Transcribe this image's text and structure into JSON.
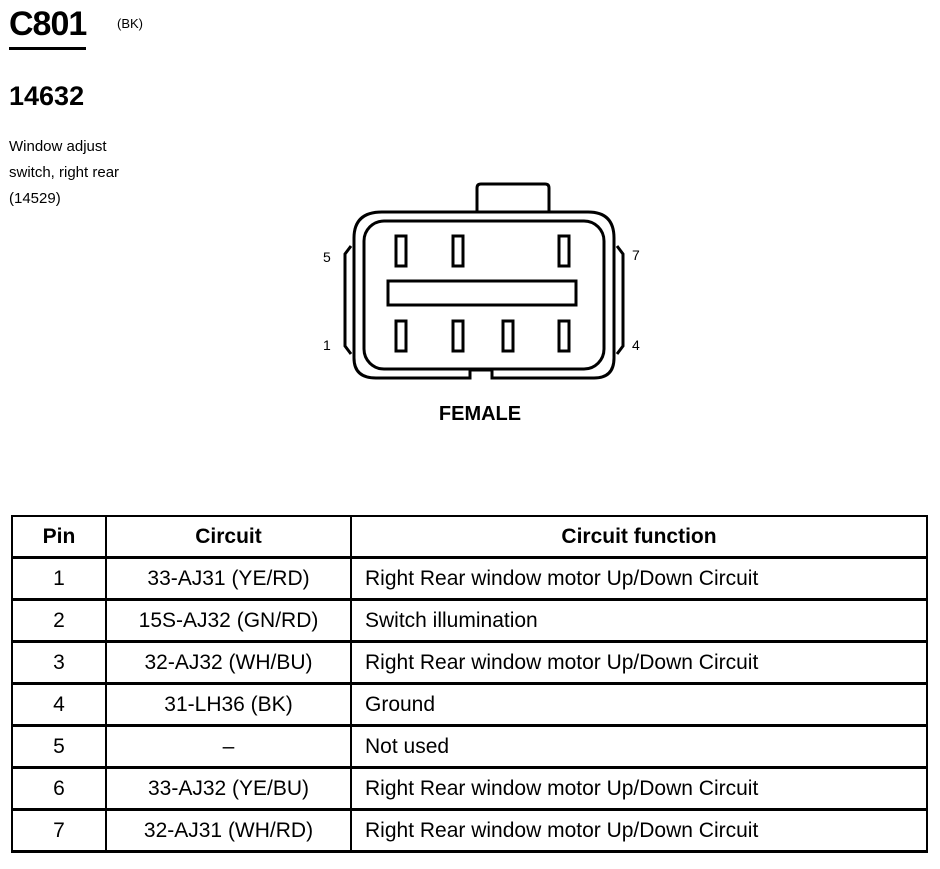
{
  "header": {
    "connector_id": "C801",
    "connector_color": "(BK)",
    "part_number": "14632",
    "component_description": [
      "Window adjust",
      "switch, right rear",
      "(14529)"
    ]
  },
  "connector": {
    "pin_labels": {
      "top_left": "5",
      "top_right": "7",
      "bottom_left": "1",
      "bottom_right": "4"
    },
    "gender": "FEMALE"
  },
  "table": {
    "headers": [
      "Pin",
      "Circuit",
      "Circuit function"
    ],
    "rows": [
      {
        "pin": "1",
        "circuit": "33-AJ31 (YE/RD)",
        "function": "Right Rear window motor Up/Down Circuit"
      },
      {
        "pin": "2",
        "circuit": "15S-AJ32 (GN/RD)",
        "function": "Switch illumination"
      },
      {
        "pin": "3",
        "circuit": "32-AJ32 (WH/BU)",
        "function": "Right Rear window motor Up/Down Circuit"
      },
      {
        "pin": "4",
        "circuit": "31-LH36 (BK)",
        "function": "Ground"
      },
      {
        "pin": "5",
        "circuit": "–",
        "function": "Not used"
      },
      {
        "pin": "6",
        "circuit": "33-AJ32 (YE/BU)",
        "function": "Right Rear window motor Up/Down Circuit"
      },
      {
        "pin": "7",
        "circuit": "32-AJ31 (WH/RD)",
        "function": "Right Rear window motor Up/Down Circuit"
      }
    ]
  }
}
